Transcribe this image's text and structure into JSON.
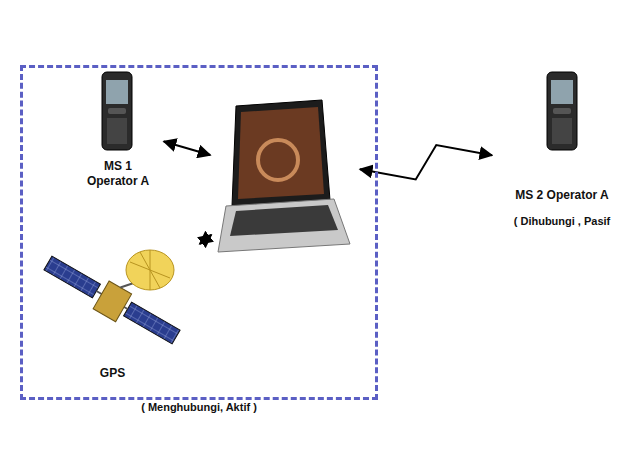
{
  "diagram": {
    "nodes": [
      {
        "text": [
          "( Menghubungi, Aktif )"
        ]
      },
      {
        "text": [
          "MS 1 Operator A"
        ],
        "in": 0
      },
      {
        "text": [],
        "in": 0
      },
      {
        "text": [
          "GPS"
        ],
        "in": 0
      },
      {
        "text": [
          "MS 2 Operator A",
          "( Dihubungi , Pasif"
        ]
      }
    ],
    "edges": [
      {
        "from": 1,
        "to": 2,
        "arrow": "both"
      },
      {
        "from": 2,
        "to": 3,
        "arrow": "both"
      },
      {
        "from": 2,
        "to": 4,
        "arrow": "both"
      }
    ]
  }
}
